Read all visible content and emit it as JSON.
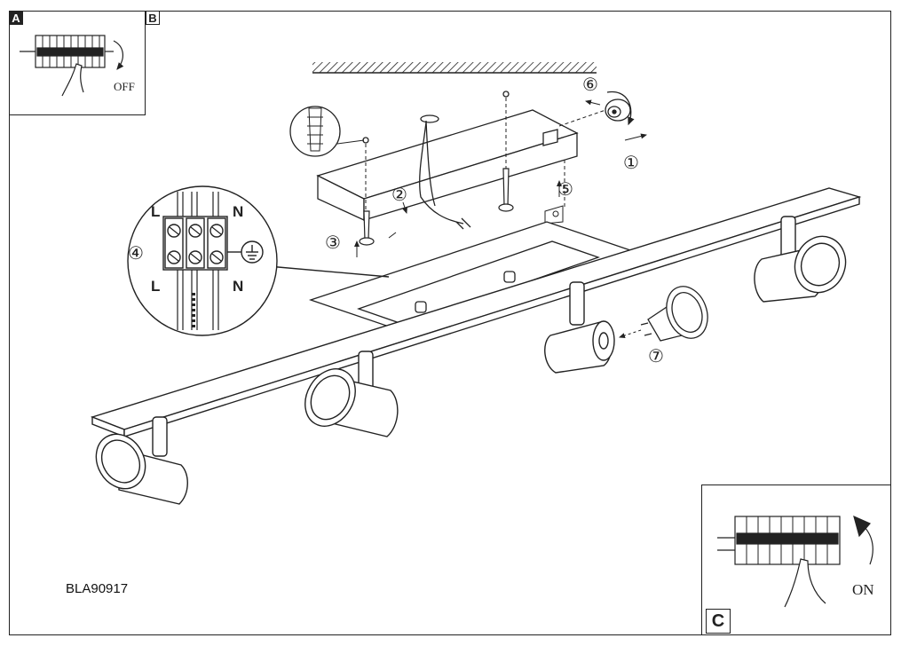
{
  "panels": {
    "a": {
      "tag": "A",
      "switch_text": "OFF"
    },
    "b": {
      "tag": "B"
    },
    "c": {
      "tag": "C",
      "switch_text": "ON"
    }
  },
  "steps": [
    "①",
    "②",
    "③",
    "④",
    "⑤",
    "⑥",
    "⑦"
  ],
  "wiring": {
    "left": "L",
    "right": "N"
  },
  "model": "BLA90917"
}
